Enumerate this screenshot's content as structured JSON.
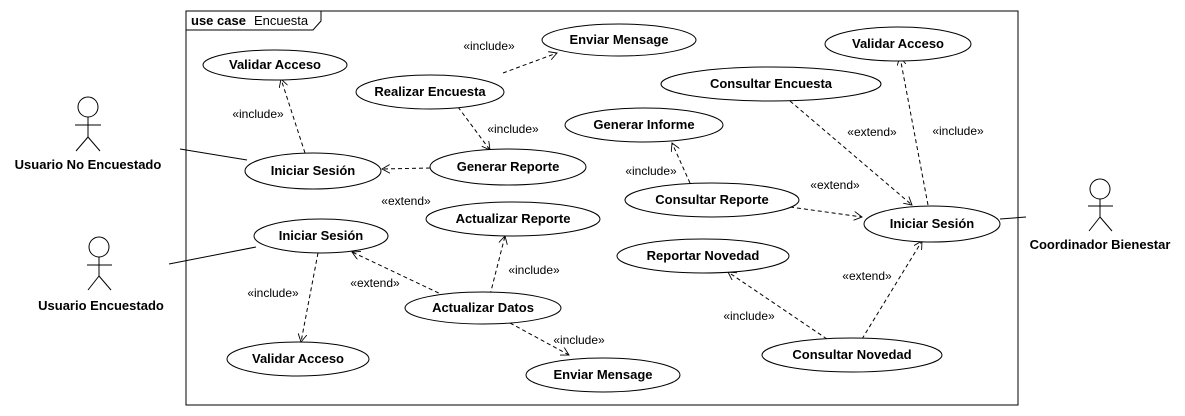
{
  "frame": {
    "keyword": "use case",
    "name": "Encuesta"
  },
  "actors": {
    "usuario_no_encuestado": "Usuario No Encuestado",
    "usuario_encuestado": "Usuario Encuestado",
    "coordinador_bienestar": "Coordinador Bienestar"
  },
  "use_cases": {
    "validar_acceso_1": "Validar Acceso",
    "enviar_mensage_1": "Enviar Mensage",
    "realizar_encuesta": "Realizar Encuesta",
    "iniciar_sesion_1": "Iniciar Sesión",
    "generar_reporte": "Generar Reporte",
    "iniciar_sesion_2": "Iniciar Sesión",
    "actualizar_reporte": "Actualizar Reporte",
    "actualizar_datos": "Actualizar Datos",
    "validar_acceso_2": "Validar Acceso",
    "enviar_mensage_2": "Enviar Mensage",
    "validar_acceso_3": "Validar Acceso",
    "consultar_encuesta": "Consultar Encuesta",
    "generar_informe": "Generar Informe",
    "consultar_reporte": "Consultar Reporte",
    "iniciar_sesion_3": "Iniciar Sesión",
    "reportar_novedad": "Reportar Novedad",
    "consultar_novedad": "Consultar Novedad"
  },
  "stereotypes": {
    "include": "«include»",
    "extend": "«extend»"
  }
}
